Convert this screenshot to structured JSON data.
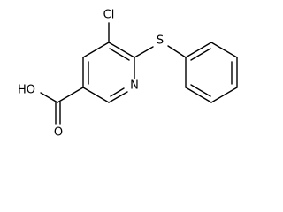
{
  "structure": {
    "atom_labels": {
      "chlorine": "Cl",
      "sulfur": "S",
      "nitrogen": "N",
      "hydroxyl": "HO",
      "carbonyl_oxygen": "O"
    },
    "colors": {
      "bond": "#000000",
      "text": "#000000",
      "background": "#ffffff"
    }
  }
}
